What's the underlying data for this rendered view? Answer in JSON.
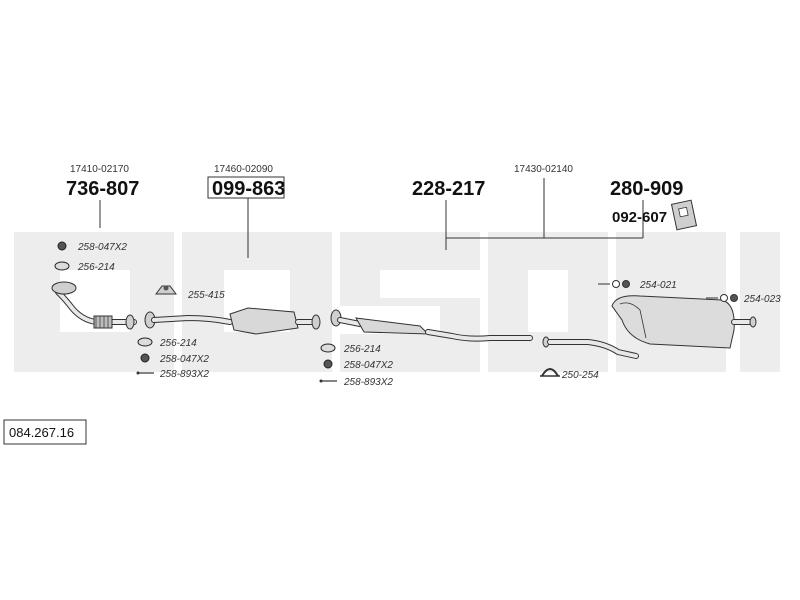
{
  "diagram_id": "084.267.16",
  "groups": {
    "front": {
      "oe_number": "17410-02170",
      "part_number": "736-807"
    },
    "middle": {
      "oe_number": "17460-02090",
      "part_number": "099-863"
    },
    "rear": {
      "oe_number": "17430-02140",
      "part_number_left": "228-217",
      "part_number_right": "280-909",
      "bracket_number": "092-607"
    }
  },
  "accessories": {
    "front_top_1": "258-047X2",
    "front_top_2": "256-214",
    "middle_top": "255-415",
    "front_bottom_1": "256-214",
    "front_bottom_2": "258-047X2",
    "front_bottom_3": "258-893X2",
    "center_bottom_1": "256-214",
    "center_bottom_2": "258-047X2",
    "center_bottom_3": "258-893X2",
    "rear_clamp": "250-254",
    "rear_hanger_1": "254-021",
    "rear_hanger_2": "254-023"
  },
  "watermark": "bosal"
}
